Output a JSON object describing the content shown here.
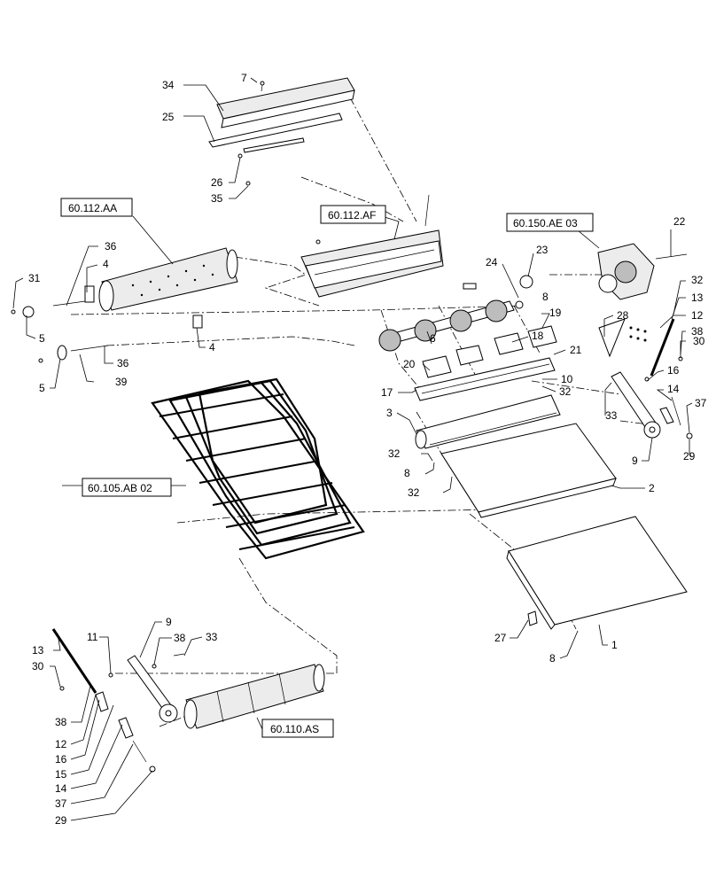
{
  "diagram": {
    "reference_boxes": {
      "ref_112_aa": "60.112.AA",
      "ref_112_af": "60.112.AF",
      "ref_150_ae": "60.150.AE 03",
      "ref_105_ab": "60.105.AB 02",
      "ref_110_as": "60.110.AS"
    },
    "callouts": {
      "c34": "34",
      "c7": "7",
      "c25": "25",
      "c26": "26",
      "c35": "35",
      "c22": "22",
      "c23": "23",
      "c24": "24",
      "c36a": "36",
      "c4a": "4",
      "c31": "31",
      "c5a": "5",
      "c4b": "4",
      "c5b": "5",
      "c36b": "36",
      "c39": "39",
      "c6": "6",
      "c18": "18",
      "c19": "19",
      "c8a": "8",
      "c28": "28",
      "c32a": "32",
      "c13a": "13",
      "c12a": "12",
      "c38a": "38",
      "c30a": "30",
      "c20": "20",
      "c21": "21",
      "c17": "17",
      "c10": "10",
      "c32b": "32",
      "c16a": "16",
      "c33a": "33",
      "c14a": "14",
      "c37a": "37",
      "c29a": "29",
      "c9a": "9",
      "c3": "3",
      "c32c": "32",
      "c8b": "8",
      "c32d": "32",
      "c2": "2",
      "c27": "27",
      "c8c": "8",
      "c1": "1",
      "c13b": "13",
      "c11": "11",
      "c9b": "9",
      "c38b": "38",
      "c33b": "33",
      "c30b": "30",
      "c38c": "38",
      "c12b": "12",
      "c16b": "16",
      "c15": "15",
      "c14b": "14",
      "c37b": "37",
      "c29b": "29"
    }
  }
}
